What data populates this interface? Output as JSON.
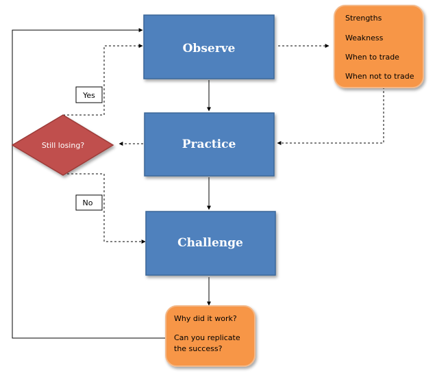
{
  "diagram": {
    "nodes": {
      "observe": "Observe",
      "practice": "Practice",
      "challenge": "Challenge"
    },
    "decision": "Still losing?",
    "edge_labels": {
      "yes": "Yes",
      "no": "No"
    },
    "observe_notes": [
      "Strengths",
      "Weakness",
      "When to trade",
      "When not to trade"
    ],
    "challenge_notes": {
      "line1": "Why did it work?",
      "line2": "Can you replicate",
      "line3": "the success?"
    }
  },
  "colors": {
    "process_fill": "#4f81bd",
    "process_stroke": "#3a6698",
    "decision_fill": "#c0504d",
    "decision_stroke": "#9c3b39",
    "note_fill": "#f79646",
    "note_stroke": "#f3b98a"
  }
}
